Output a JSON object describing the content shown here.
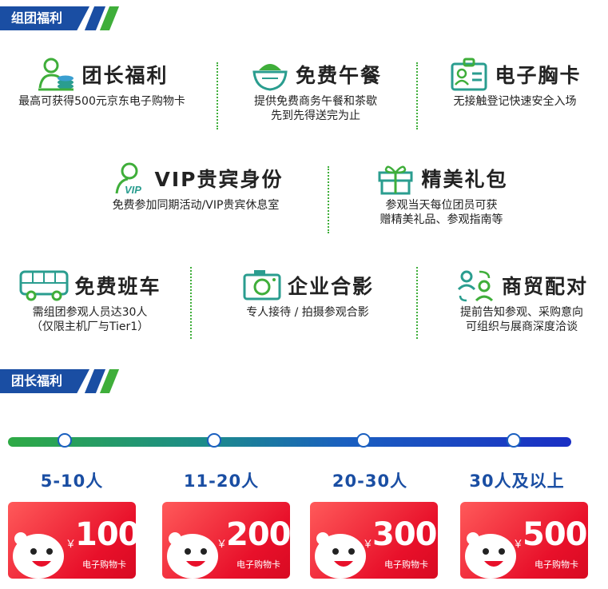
{
  "section1": {
    "title": "组团福利"
  },
  "benefits": [
    {
      "title": "团长福利",
      "desc": "最高可获得500元京东电子购物卡",
      "icon": "leader-coins-icon"
    },
    {
      "title": "免费午餐",
      "desc": "提供免费商务午餐和茶歇\n先到先得送完为止",
      "icon": "bowl-icon"
    },
    {
      "title": "电子胸卡",
      "desc": "无接触登记快速安全入场",
      "icon": "badge-icon"
    },
    {
      "title": "VIP贵宾身份",
      "desc": "免费参加同期活动/VIP贵宾休息室",
      "icon": "vip-person-icon",
      "icon_text": "VIP"
    },
    {
      "title": "精美礼包",
      "desc": "参观当天每位团员可获\n赠精美礼品、参观指南等",
      "icon": "gift-icon"
    },
    {
      "title": "免费班车",
      "desc": "需组团参观人员达30人\n（仅限主机厂与Tier1）",
      "icon": "bus-icon"
    },
    {
      "title": "企业合影",
      "desc": "专人接待 / 拍摄参观合影",
      "icon": "camera-icon"
    },
    {
      "title": "商贸配对",
      "desc": "提前告知参观、采购意向\n可组织与展商深度洽谈",
      "icon": "matching-icon"
    }
  ],
  "section2": {
    "title": "团长福利"
  },
  "tiers": [
    {
      "label": "5-10人",
      "amount": "100",
      "currency": "￥",
      "card_label": "电子购物卡"
    },
    {
      "label": "11-20人",
      "amount": "200",
      "currency": "￥",
      "card_label": "电子购物卡"
    },
    {
      "label": "20-30人",
      "amount": "300",
      "currency": "￥",
      "card_label": "电子购物卡"
    },
    {
      "label": "30人及以上",
      "amount": "500",
      "currency": "￥",
      "card_label": "电子购物卡"
    }
  ],
  "colors": {
    "brand_blue": "#1a4ea3",
    "accent_green": "#3fae3a",
    "icon_teal": "#2a9d8f",
    "card_red": "#e8102a"
  }
}
